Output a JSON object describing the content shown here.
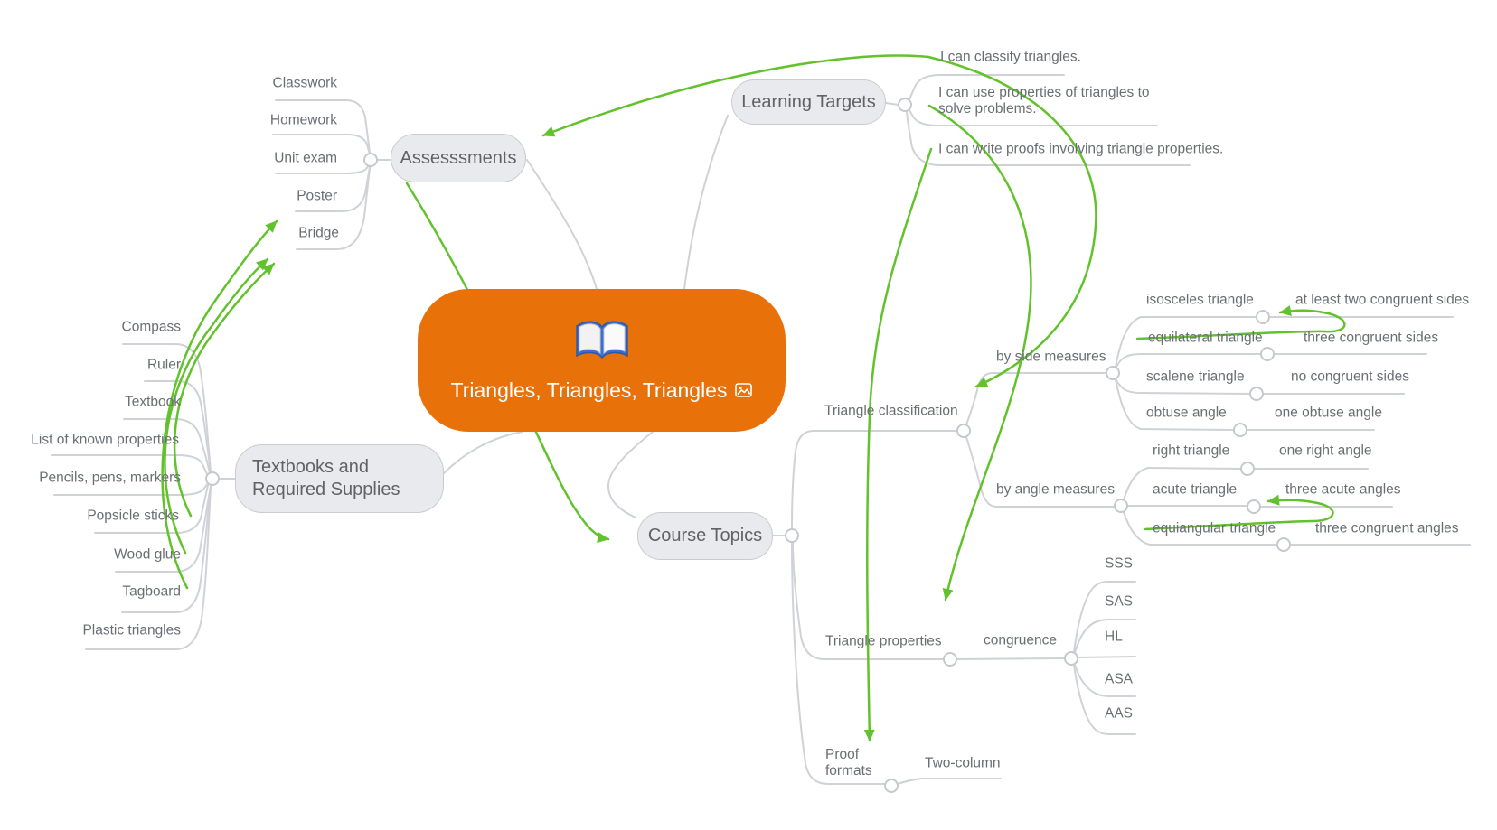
{
  "root": {
    "title": "Triangles, Triangles, Triangles"
  },
  "assessments": {
    "label": "Assesssments",
    "children": [
      "Classwork",
      "Homework",
      "Unit exam",
      "Poster",
      "Bridge"
    ]
  },
  "learning_targets": {
    "label": "Learning Targets",
    "children": [
      "I can classify triangles.",
      "I can use properties of triangles to solve problems.",
      "I can write proofs involving triangle properties."
    ]
  },
  "supplies": {
    "label": "Textbooks and Required Supplies",
    "children": [
      "Compass",
      "Ruler",
      "Textbook",
      "List of known properties",
      "Pencils, pens, markers",
      "Popsicle sticks",
      "Wood glue",
      "Tagboard",
      "Plastic triangles"
    ]
  },
  "course_topics": {
    "label": "Course Topics",
    "classification": {
      "label": "Triangle classification",
      "by_side": {
        "label": "by side measures",
        "children": [
          {
            "label": "isosceles triangle",
            "desc": "at least two congruent sides"
          },
          {
            "label": "equilateral triangle",
            "desc": "three congruent sides"
          },
          {
            "label": "scalene triangle",
            "desc": "no congruent sides"
          },
          {
            "label": "obtuse angle",
            "desc": "one obtuse angle"
          }
        ]
      },
      "by_angle": {
        "label": "by angle measures",
        "children": [
          {
            "label": "right triangle",
            "desc": "one right angle"
          },
          {
            "label": "acute triangle",
            "desc": "three acute angles"
          },
          {
            "label": "equiangular triangle",
            "desc": "three congruent angles"
          }
        ]
      }
    },
    "properties": {
      "label": "Triangle properties",
      "congruence": {
        "label": "congruence",
        "children": [
          "SSS",
          "SAS",
          "HL",
          "ASA",
          "AAS"
        ]
      }
    },
    "proof_formats": {
      "label": "Proof formats",
      "children": [
        "Two-column"
      ]
    }
  },
  "cross_links": [
    {
      "from": "I can classify triangles.",
      "to": "Assesssments"
    },
    {
      "from": "I can classify triangles.",
      "to": "Triangle classification"
    },
    {
      "from": "I can use properties of triangles to solve problems.",
      "to": "Triangle properties"
    },
    {
      "from": "I can write proofs involving triangle properties.",
      "to": "Proof formats"
    },
    {
      "from": "Assesssments",
      "to": "Course Topics"
    },
    {
      "from": "equilateral triangle",
      "to": "isosceles triangle"
    },
    {
      "from": "equiangular triangle",
      "to": "acute triangle"
    },
    {
      "from": "Popsicle sticks",
      "to": "Bridge"
    },
    {
      "from": "Wood glue",
      "to": "Bridge"
    },
    {
      "from": "Tagboard",
      "to": "Poster"
    }
  ],
  "colors": {
    "accent_orange": "#e8710a",
    "link_green": "#62c22b",
    "line_gray": "#cfd2d6"
  }
}
